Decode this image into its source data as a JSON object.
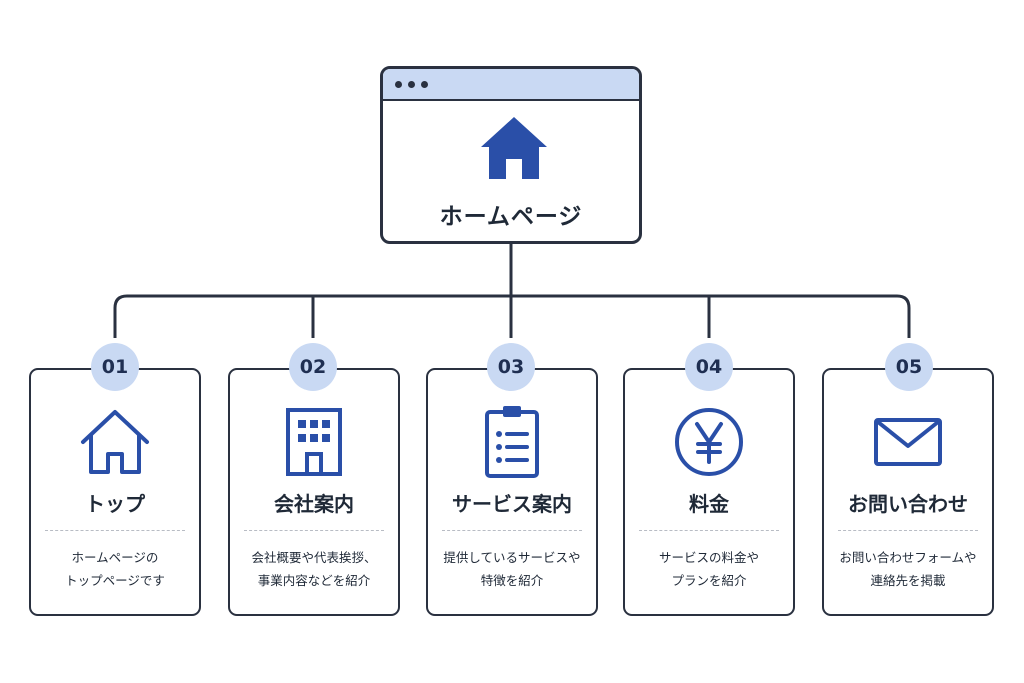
{
  "root": {
    "title": "ホームページ",
    "icon": "house-icon"
  },
  "colors": {
    "accent": "#2a4fa8",
    "badge_bg": "#c9d9f3",
    "line": "#2a3140"
  },
  "cards": [
    {
      "number": "01",
      "title": "トップ",
      "icon": "house-outline-icon",
      "desc_lines": [
        "ホームページの",
        "トップページです"
      ]
    },
    {
      "number": "02",
      "title": "会社案内",
      "icon": "building-icon",
      "desc_lines": [
        "会社概要や代表挨拶、",
        "事業内容などを紹介"
      ]
    },
    {
      "number": "03",
      "title": "サービス案内",
      "icon": "clipboard-list-icon",
      "desc_lines": [
        "提供しているサービスや",
        "特徴を紹介"
      ]
    },
    {
      "number": "04",
      "title": "料金",
      "icon": "yen-circle-icon",
      "desc_lines": [
        "サービスの料金や",
        "プランを紹介"
      ]
    },
    {
      "number": "05",
      "title": "お問い合わせ",
      "icon": "envelope-icon",
      "desc_lines": [
        "お問い合わせフォームや",
        "連絡先を掲載"
      ]
    }
  ]
}
